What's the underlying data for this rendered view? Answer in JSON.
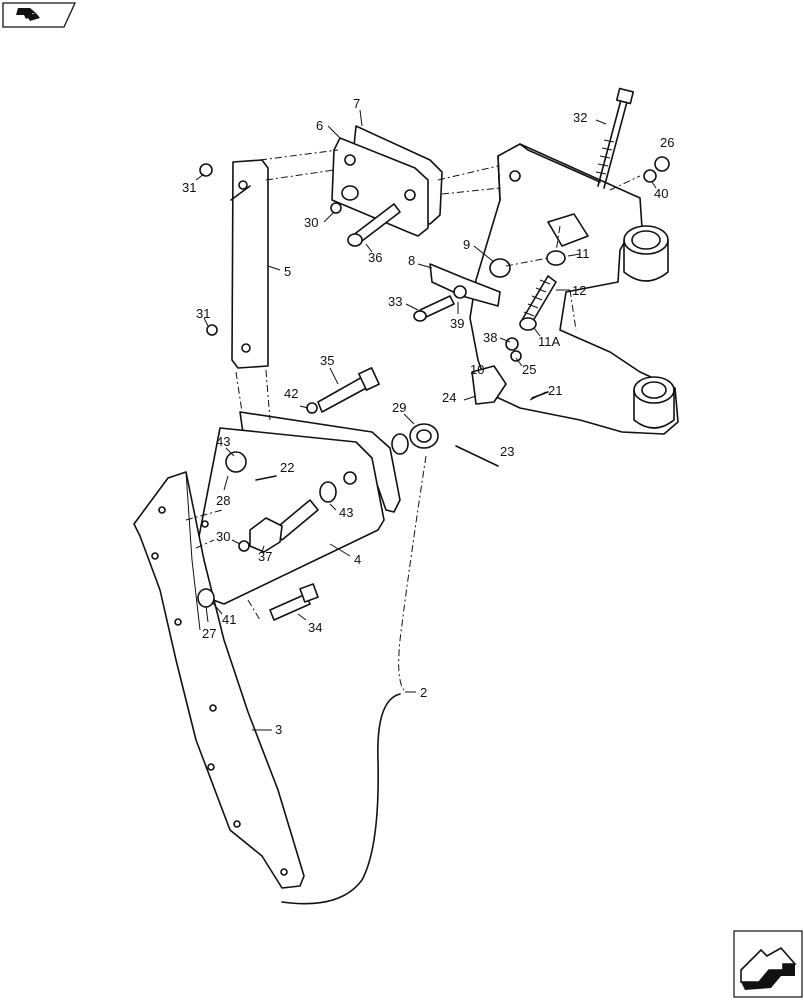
{
  "nav": {
    "top_icon": "previous-page-arrow-icon",
    "bottom_icon": "next-page-arrow-icon"
  },
  "callouts": [
    "2",
    "3",
    "4",
    "5",
    "6",
    "7",
    "8",
    "9",
    "10",
    "11",
    "11A",
    "12",
    "21",
    "22",
    "23",
    "24",
    "25",
    "26",
    "27",
    "28",
    "29",
    "30",
    "30",
    "31",
    "31",
    "32",
    "33",
    "34",
    "35",
    "36",
    "37",
    "38",
    "39",
    "40",
    "41",
    "42",
    "43",
    "43"
  ],
  "colors": {
    "ink": "#111111",
    "paper": "#ffffff"
  }
}
